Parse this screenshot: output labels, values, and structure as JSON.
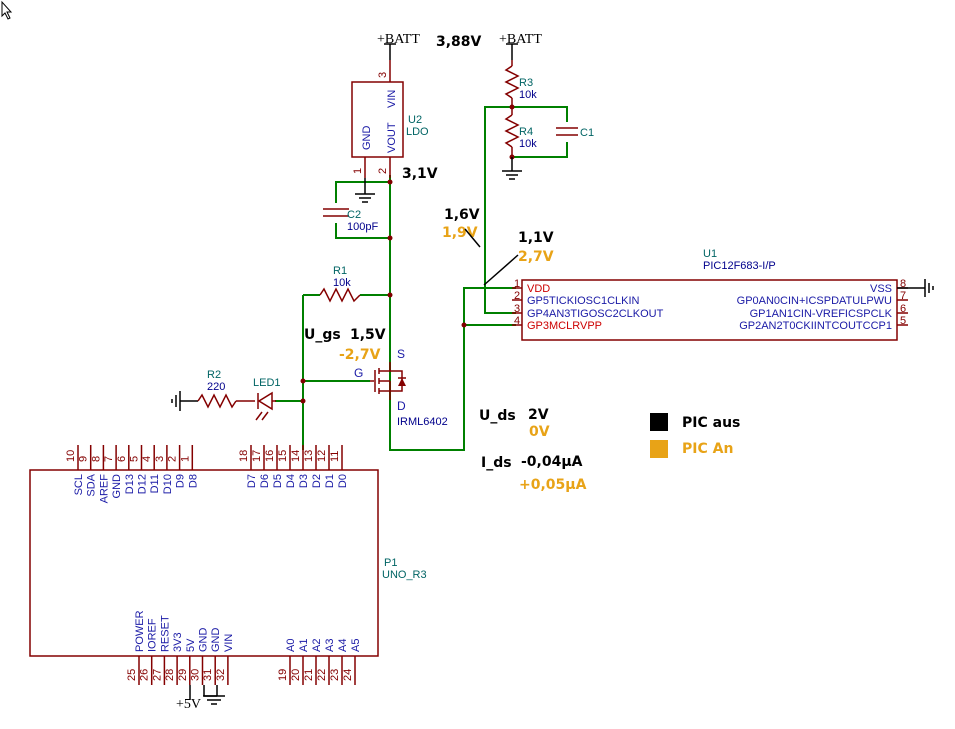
{
  "nets": {
    "batt_left": "+BATT",
    "batt_right": "+BATT",
    "plus5v": "+5V"
  },
  "components": {
    "u2": {
      "ref": "U2",
      "value": "LDO",
      "pins": {
        "vin_num": "3",
        "vout_num": "2",
        "gnd_num": "1",
        "vin": "VIN",
        "vout": "VOUT",
        "gnd": "GND"
      }
    },
    "c2": {
      "ref": "C2",
      "value": "100pF"
    },
    "r1": {
      "ref": "R1",
      "value": "10k"
    },
    "r2": {
      "ref": "R2",
      "value": "220"
    },
    "led1": {
      "ref": "LED1"
    },
    "q1": {
      "value": "IRML6402",
      "g": "G",
      "s": "S",
      "d": "D"
    },
    "r3": {
      "ref": "R3",
      "value": "10k"
    },
    "r4": {
      "ref": "R4",
      "value": "10k"
    },
    "c1": {
      "ref": "C1"
    },
    "u1": {
      "ref": "U1",
      "value": "PIC12F683-I/P",
      "left_pins": [
        {
          "num": "1",
          "name": "VDD"
        },
        {
          "num": "2",
          "name": "GP5TICKIOSC1CLKIN"
        },
        {
          "num": "3",
          "name": "GP4AN3TIGOSC2CLKOUT"
        },
        {
          "num": "4",
          "name": "GP3MCLRVPP"
        }
      ],
      "right_pins": [
        {
          "num": "8",
          "name": "VSS"
        },
        {
          "num": "7",
          "name": "GP0AN0CIN+ICSPDATULPWU"
        },
        {
          "num": "6",
          "name": "GP1AN1CIN-VREFICSPCLK"
        },
        {
          "num": "5",
          "name": "GP2AN2T0CKIINTCOUTCCP1"
        }
      ]
    },
    "p1": {
      "ref": "P1",
      "value": "UNO_R3",
      "top_left": [
        {
          "num": "10",
          "name": "SCL"
        },
        {
          "num": "9",
          "name": "SDA"
        },
        {
          "num": "8",
          "name": "AREF"
        },
        {
          "num": "7",
          "name": "GND"
        },
        {
          "num": "6",
          "name": "D13"
        },
        {
          "num": "5",
          "name": "D12"
        },
        {
          "num": "4",
          "name": "D11"
        },
        {
          "num": "3",
          "name": "D10"
        },
        {
          "num": "2",
          "name": "D9"
        },
        {
          "num": "1",
          "name": "D8"
        }
      ],
      "top_right": [
        {
          "num": "18",
          "name": "D7"
        },
        {
          "num": "17",
          "name": "D6"
        },
        {
          "num": "16",
          "name": "D5"
        },
        {
          "num": "15",
          "name": "D4"
        },
        {
          "num": "14",
          "name": "D3"
        },
        {
          "num": "13",
          "name": "D2"
        },
        {
          "num": "12",
          "name": "D1"
        },
        {
          "num": "11",
          "name": "D0"
        }
      ],
      "bottom_left": [
        {
          "num": "25",
          "name": "POWER"
        },
        {
          "num": "26",
          "name": "IOREF"
        },
        {
          "num": "27",
          "name": "RESET"
        },
        {
          "num": "28",
          "name": "3V3"
        },
        {
          "num": "29",
          "name": "5V"
        },
        {
          "num": "30",
          "name": "GND"
        },
        {
          "num": "31",
          "name": "GND"
        },
        {
          "num": "32",
          "name": "VIN"
        }
      ],
      "bottom_right": [
        {
          "num": "19",
          "name": "A0"
        },
        {
          "num": "20",
          "name": "A1"
        },
        {
          "num": "21",
          "name": "A2"
        },
        {
          "num": "22",
          "name": "A3"
        },
        {
          "num": "23",
          "name": "A4"
        },
        {
          "num": "24",
          "name": "A5"
        }
      ]
    }
  },
  "measurements": {
    "v_batt": "3,88V",
    "v_ldo": "3,1V",
    "v_divider_off": "1,6V",
    "v_divider_on": "1,9V",
    "v_pic_off": "1,1V",
    "v_pic_on": "2,7V",
    "ugs_label": "U_gs",
    "ugs_off": "1,5V",
    "ugs_on": "-2,7V",
    "uds_label": "U_ds",
    "uds_off": "2V",
    "uds_on": "0V",
    "ids_label": "I_ds",
    "ids_off": "-0,04µA",
    "ids_on": "+0,05µA"
  },
  "legend": {
    "items": [
      {
        "label": "PIC aus",
        "color": "#000000"
      },
      {
        "label": "PIC An",
        "color": "#e8a317"
      }
    ]
  }
}
